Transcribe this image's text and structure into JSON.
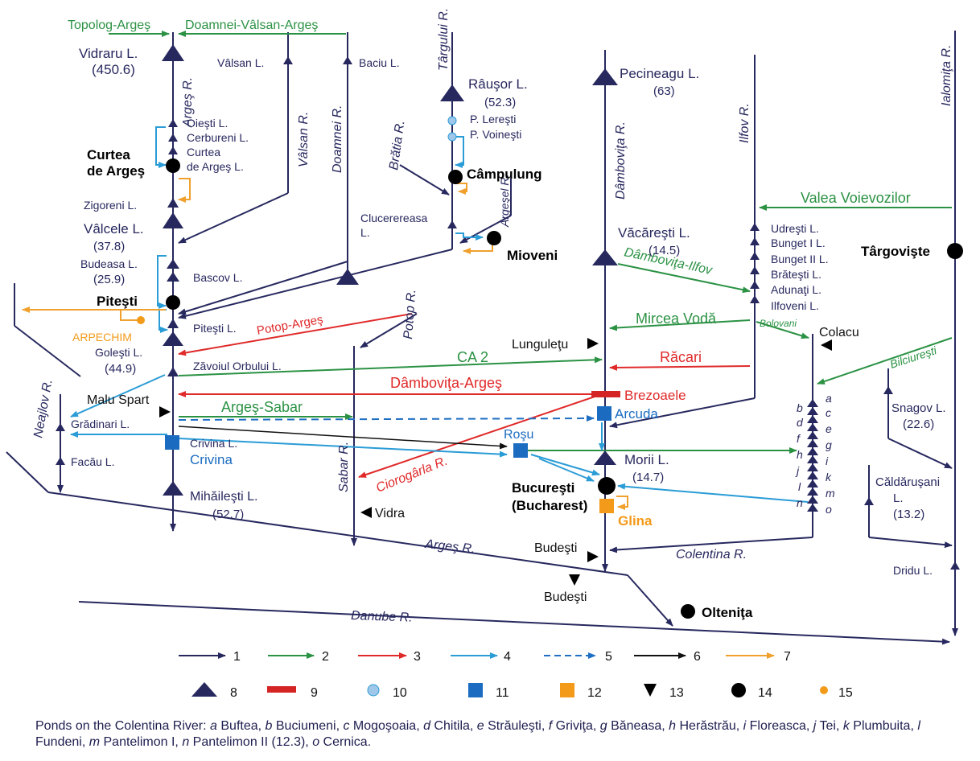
{
  "colors": {
    "river": "#27285e",
    "derivation": "#2b9244",
    "discharge": "#e02a2a",
    "water_supply": "#2a9cd6",
    "planned": "#1e6fc4",
    "sewage": "#111111",
    "outflow": "#f0a02c",
    "reservoir": "#27285e",
    "dam": "#d42424",
    "intake": "#9fc7ea",
    "treatment": "#1b6cc1",
    "wastewater": "#f39a1a",
    "gauge": "#000000",
    "city": "#000000",
    "industry": "#f39a1a"
  },
  "rivers": {
    "arges": "Argeş R.",
    "valsan": "Vâlsan R.",
    "doamnei": "Doamnei R.",
    "targului": "Târgului R.",
    "bratia": "Brătia R.",
    "argesel": "Argeşel R.",
    "dambovita": "Dâmboviţa R.",
    "ilfov": "Ilfov R.",
    "ialomita": "Ialomiţa R.",
    "potop": "Potop R.",
    "sabar": "Sabar R.",
    "neajlov": "Neajlov R.",
    "ciorogarla": "Ciorogârla R.",
    "colentina": "Colentina R.",
    "arges_lower": "Argeş R.",
    "danube": "Danube R."
  },
  "derivations": {
    "topolog": "Topolog-Argeş",
    "doamnei_valsan": "Doamnei-Vâlsan-Argeş",
    "valea": "Valea Voievozilor",
    "dambovita_ilfov": "Dâmboviţa-Ilfov",
    "mircea": "Mircea Vodă",
    "bolovani": "Bolovani",
    "bilciuresti": "Bilciureşti",
    "ca2": "CA 2",
    "racari": "Răcari",
    "dambovita_arges": "Dâmboviţa-Argeş",
    "arges_sabar": "Argeş-Sabar",
    "potop_arges": "Potop-Argeş"
  },
  "lakes": {
    "vidraru": "Vidraru L.",
    "vidraru_v": "(450.6)",
    "valsan": "Vâlsan L.",
    "baciu": "Baciu L.",
    "rausor": "Râuşor L.",
    "rausor_v": "(52.3)",
    "pecineagu": "Pecineagu L.",
    "pecineagu_v": "(63)",
    "oiesti": "Oieşti L.",
    "cerbureni": "Cerbureni L.",
    "curtea1": "Curtea",
    "curtea2": "de Argeş L.",
    "zigoreni": "Zigoreni L.",
    "valcele": "Vâlcele L.",
    "valcele_v": "(37.8)",
    "budeasa": "Budeasa L.",
    "budeasa_v": "(25.9)",
    "bascov": "Bascov L.",
    "pitesti": "Piteşti L.",
    "golesti": "Goleşti L.",
    "golesti_v": "(44.9)",
    "zavoiul": "Zăvoiul Orbului L.",
    "gradinari": "Grădinari L.",
    "facau": "Facău L.",
    "crivina": "Crivina L.",
    "mihailesti": "Mihăileşti L.",
    "mihailesti_v": "(52.7)",
    "clucereasa1": "Clucerereasa",
    "clucereasa2": "L.",
    "vacaresti": "Văcăreşti L.",
    "vacaresti_v": "(14.5)",
    "morii": "Morii L.",
    "morii_v": "(14.7)",
    "udresti": "Udreşti L.",
    "bunget1": "Bunget I L.",
    "bunget2": "Bunget II L.",
    "bratesti": "Brăteşti L.",
    "adunati": "Adunaţi L.",
    "ilfoveni": "Ilfoveni L.",
    "snagov": "Snagov L.",
    "snagov_v": "(22.6)",
    "caldarusani1": "Căldăruşani",
    "caldarusani2": "L.",
    "caldarusani_v": "(13.2)",
    "dridu": "Dridu L."
  },
  "intakes": {
    "leresti": "P. Lereşti",
    "voinesti": "P. Voineşti"
  },
  "cities": {
    "curtea1": "Curtea",
    "curtea2": "de Argeş",
    "campulung": "Câmpulung",
    "mioveni": "Mioveni",
    "pitesti": "Piteşti",
    "targoviste": "Târgovişte",
    "bucuresti": "Bucureşti",
    "bucharest": "(Bucharest)",
    "oltenita": "Olteniţa"
  },
  "other": {
    "arpechim": "ARPECHIM",
    "brezoaele": "Brezoaele",
    "arcuda": "Arcuda",
    "rosu": "Roşu",
    "crivina": "Crivina",
    "glina": "Glina"
  },
  "gauges": {
    "lunguletu": "Lunguleţu",
    "colacu": "Colacu",
    "malu_spart": "Malu Spart",
    "vidra": "Vidra",
    "budesti1": "Budeşti",
    "budesti2": "Budeşti"
  },
  "ponds": [
    "a",
    "b",
    "c",
    "d",
    "e",
    "f",
    "g",
    "h",
    "i",
    "j",
    "k",
    "l",
    "m",
    "n",
    "o"
  ],
  "legend": [
    "1",
    "2",
    "3",
    "4",
    "5",
    "6",
    "7",
    "8",
    "9",
    "10",
    "11",
    "12",
    "13",
    "14",
    "15"
  ],
  "caption": {
    "intro": "Ponds on the Colentina River: ",
    "items": [
      {
        "k": "a",
        "v": " Buftea, "
      },
      {
        "k": "b",
        "v": " Buciumeni, "
      },
      {
        "k": "c",
        "v": " Mogoşoaia, "
      },
      {
        "k": "d",
        "v": " Chitila, "
      },
      {
        "k": "e",
        "v": " Străuleşti, "
      },
      {
        "k": "f",
        "v": " Griviţa, "
      },
      {
        "k": "g",
        "v": " Băneasa, "
      },
      {
        "k": "h",
        "v": " Herăstrău, "
      },
      {
        "k": "i",
        "v": " Floreasca, "
      },
      {
        "k": "j",
        "v": " Tei, "
      },
      {
        "k": "k",
        "v": " Plumbuita, "
      },
      {
        "k": "l",
        "v": " Fundeni, "
      },
      {
        "k": "m",
        "v": " Pantelimon I, "
      },
      {
        "k": "n",
        "v": " Pantelimon II (12.3), "
      },
      {
        "k": "o",
        "v": " Cernica."
      }
    ]
  }
}
